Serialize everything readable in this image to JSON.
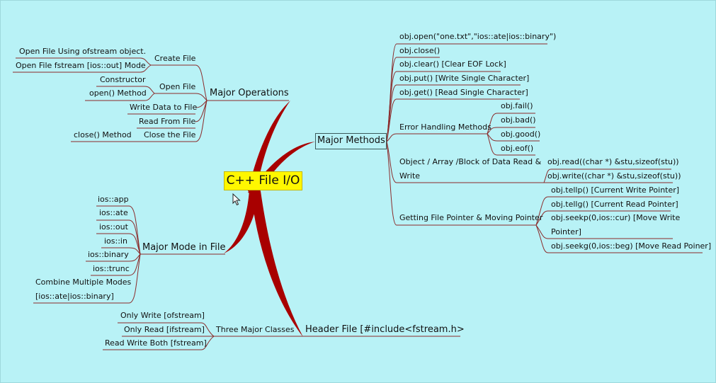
{
  "root": "C++ File I/O",
  "major_operations": {
    "label": "Major Operations",
    "create_file": {
      "label": "Create File",
      "items": [
        "Open File Using ofstream object.",
        "Open File fstream [ios::out] Mode"
      ]
    },
    "open_file": {
      "label": "Open File",
      "items": [
        "Constructor",
        "open() Method"
      ]
    },
    "write_data": "Write Data to File",
    "read_file": "Read From File",
    "close_file": {
      "label": "Close the File",
      "items": [
        "close() Method"
      ]
    }
  },
  "major_methods": {
    "label": "Major Methods",
    "items": [
      "obj.open(\"one.txt\",\"ios::ate|ios::binary\")",
      "obj.close()",
      "obj.clear() [Clear EOF Lock]",
      "obj.put() [Write Single Character]",
      "obj.get() [Read Single Character]"
    ],
    "error_handling": {
      "label": "Error Handling Methods",
      "items": [
        "obj.fail()",
        "obj.bad()",
        "obj.good()",
        "obj.eof()"
      ]
    },
    "block_rw": {
      "label_line1": "Object / Array /Block of Data Read &",
      "label_line2": "Write",
      "items": [
        "obj.read((char *) &stu,sizeof(stu))",
        "obj.write((char *) &stu,sizeof(stu))"
      ]
    },
    "file_pointer": {
      "label": "Getting File Pointer & Moving Pointer",
      "items": [
        "obj.tellp() [Current Write Pointer]",
        "obj.tellg() [Current Read Pointer]",
        "obj.seekp(0,ios::cur) [Move Write",
        "Pointer]",
        "obj.seekg(0,ios::beg) [Move Read Poiner]"
      ]
    }
  },
  "major_mode": {
    "label": "Major Mode in File",
    "items": [
      "ios::app",
      "ios::ate",
      "ios::out",
      "ios::in",
      "ios::binary",
      "ios::trunc"
    ],
    "combine_line1": "Combine Multiple Modes",
    "combine_line2": "[ios::ate|ios::binary]"
  },
  "header_file": {
    "label": "Header File [#include<fstream.h>",
    "three_classes": {
      "label": "Three Major Classes",
      "items": [
        "Only Write [ofstream]",
        "Only Read [ifstream]",
        "Read Write Both [fstream]"
      ]
    }
  },
  "colors": {
    "background": "#b8f2f6",
    "branch": "#a80000",
    "connector": "#8b2b2b",
    "root_fill": "#fff700"
  }
}
